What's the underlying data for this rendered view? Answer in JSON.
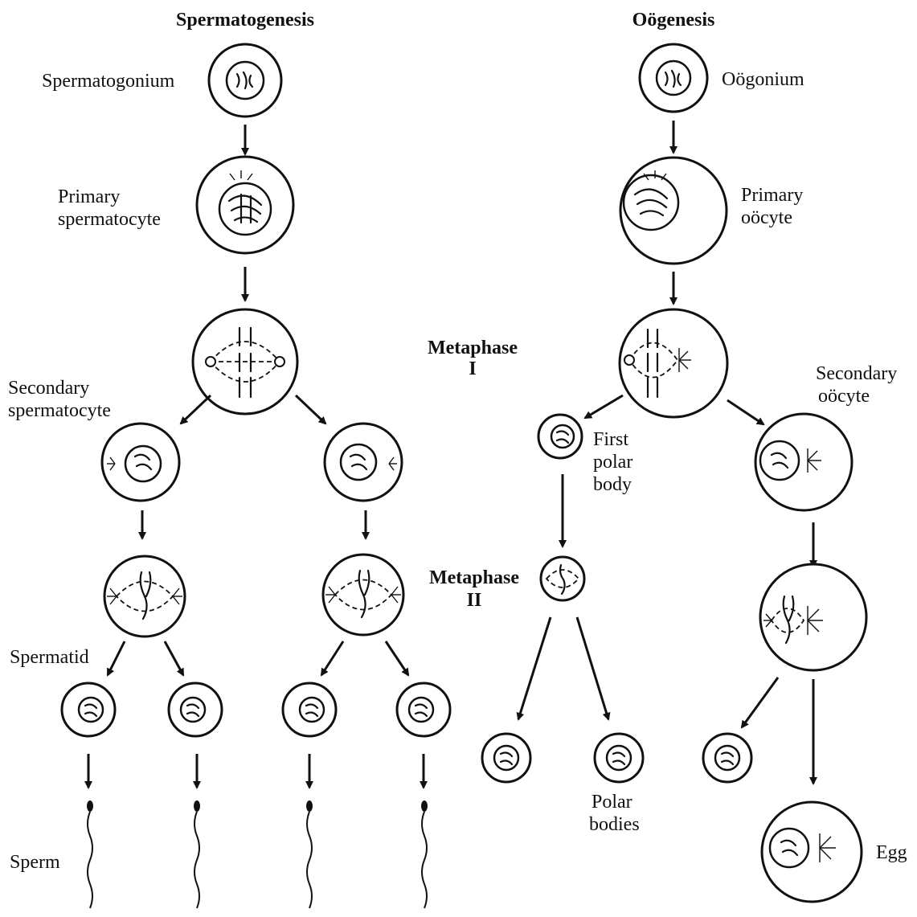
{
  "headings": {
    "spermatogenesis": "Spermatogenesis",
    "oogenesis": "Oögenesis"
  },
  "stage_labels": {
    "metaphase_1_line1": "Metaphase",
    "metaphase_1_line2": "I",
    "metaphase_2_line1": "Metaphase",
    "metaphase_2_line2": "II"
  },
  "sperm_labels": {
    "spermatogonium": "Spermatogonium",
    "primary_line1": "Primary",
    "primary_line2": "spermatocyte",
    "secondary_line1": "Secondary",
    "secondary_line2": "spermatocyte",
    "spermatid": "Spermatid",
    "sperm": "Sperm"
  },
  "egg_labels": {
    "oogonium": "Oögonium",
    "primary_line1": "Primary",
    "primary_line2": "oöcyte",
    "secondary_line1": "Secondary",
    "secondary_line2": "oöcyte",
    "first_polar_line1": "First",
    "first_polar_line2": "polar",
    "first_polar_line3": "body",
    "polar_bodies_line1": "Polar",
    "polar_bodies_line2": "bodies",
    "egg": "Egg"
  }
}
